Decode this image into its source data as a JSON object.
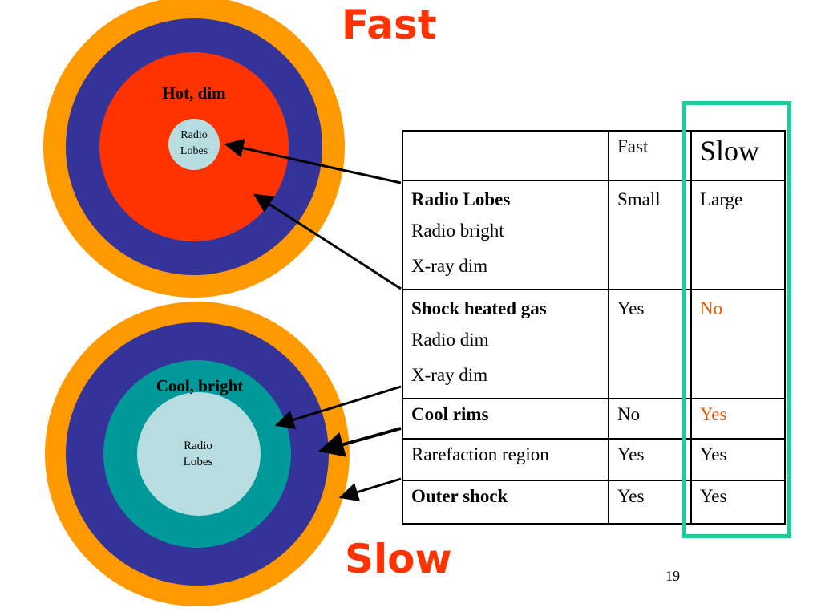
{
  "titles": {
    "top": "Fast",
    "bottom": "Slow"
  },
  "circles": {
    "top": {
      "inner_label": "Hot, dim",
      "core_line1": "Radio",
      "core_line2": "Lobes"
    },
    "bottom": {
      "inner_label": "Cool, bright",
      "core_line1": "Radio",
      "core_line2": "Lobes"
    }
  },
  "table": {
    "headers": [
      "",
      "Fast",
      "Slow"
    ],
    "rows": [
      {
        "name": "Radio Lobes",
        "sub1": "Radio bright",
        "sub2": "X-ray dim",
        "fast": "Small",
        "slow": "Large"
      },
      {
        "name": "Shock heated gas",
        "sub1": "Radio dim",
        "sub2": "X-ray dim",
        "fast": "Yes",
        "slow": "No"
      },
      {
        "name": "Cool rims",
        "fast": "No",
        "slow": "Yes"
      },
      {
        "name": "Rarefaction region",
        "fast": "Yes",
        "slow": "Yes"
      },
      {
        "name": "Outer shock",
        "fast": "Yes",
        "slow": "Yes"
      }
    ]
  },
  "page_number": "19",
  "colors": {
    "outer_ring": "#ff9900",
    "middle_ring": "#333399",
    "hot_region": "#ff3300",
    "cool_region": "#009999",
    "lobes": "#b8dde0",
    "title": "#ff3300",
    "highlight": "#22cc99",
    "slow_header": "#cc00aa",
    "orange_text": "#e65c00"
  }
}
